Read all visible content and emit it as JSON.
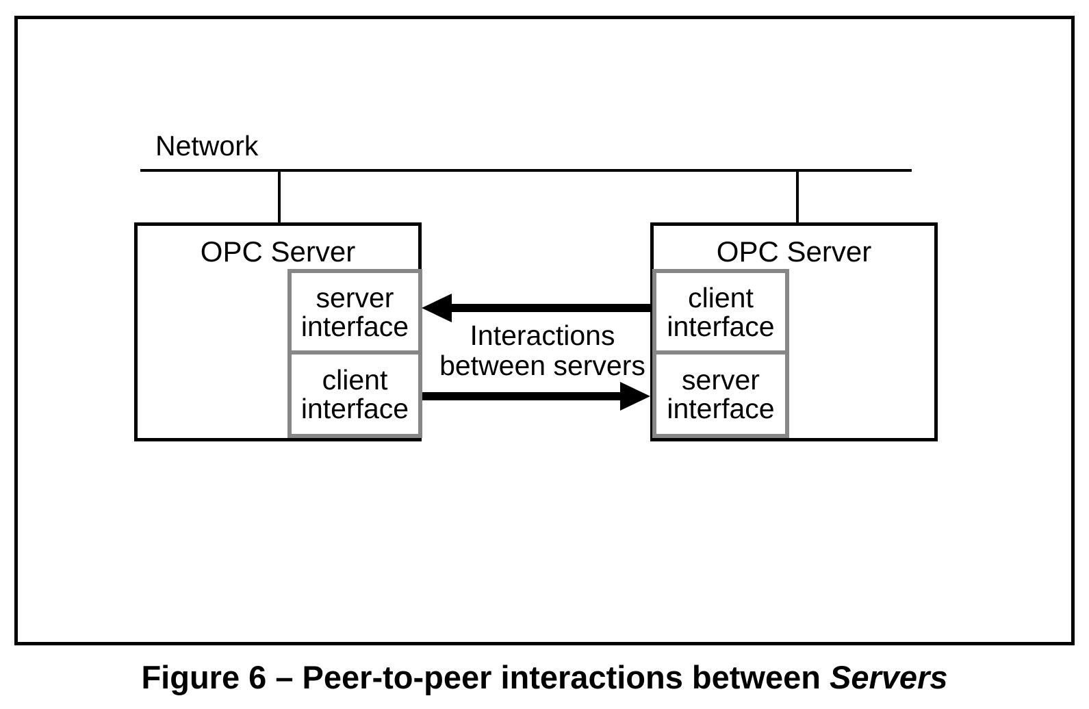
{
  "figure": {
    "network_label": "Network",
    "left_server": {
      "title": "OPC Server",
      "top_box": {
        "line1": "server",
        "line2": "interface"
      },
      "bottom_box": {
        "line1": "client",
        "line2": "interface"
      }
    },
    "right_server": {
      "title": "OPC Server",
      "top_box": {
        "line1": "client",
        "line2": "interface"
      },
      "bottom_box": {
        "line1": "server",
        "line2": "interface"
      }
    },
    "center_label": {
      "line1": "Interactions",
      "line2": "between servers"
    },
    "caption": {
      "prefix": "Figure 6 – Peer-to-peer interactions between ",
      "emphasis": "Servers"
    },
    "colors": {
      "line_color": "#000000",
      "inner_border_color": "#878787",
      "background": "#ffffff"
    }
  }
}
